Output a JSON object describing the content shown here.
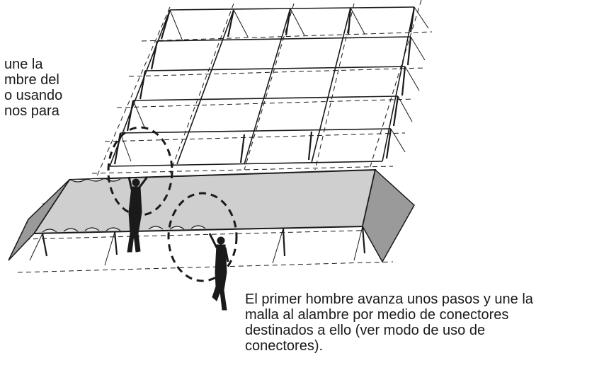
{
  "captions": {
    "left_fragment": [
      "une la",
      "mbre del",
      "o usando",
      "nos para"
    ],
    "right": [
      "El primer hombre avanza unos pasos y une la",
      "malla al alambre por medio de conectores",
      "destinados a ello (ver modo de uso de",
      "conectores)."
    ]
  },
  "colors": {
    "ink": "#1a1a1a",
    "mesh_fill": "#cfcfcf",
    "side_fill": "#9a9a9a",
    "background": "#ffffff"
  }
}
